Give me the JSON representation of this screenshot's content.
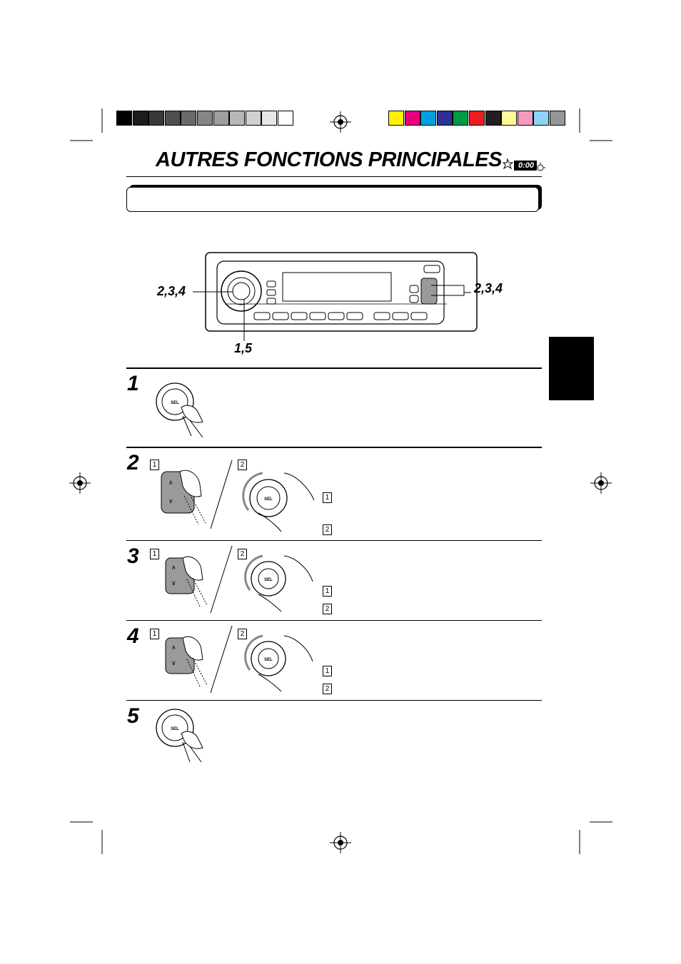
{
  "page": {
    "title": "AUTRES FONCTIONS PRINCIPALES",
    "clock_icon_text": "0:00"
  },
  "color_bars": {
    "grayscale": [
      "#000000",
      "#1c1c1c",
      "#383838",
      "#4f4f4f",
      "#6a6a6a",
      "#858585",
      "#9e9e9e",
      "#b7b7b7",
      "#cfcfcf",
      "#e6e6e6",
      "#ffffff"
    ],
    "colors": [
      "#fff200",
      "#e6007e",
      "#00a0e0",
      "#2e3192",
      "#009a44",
      "#ed1c24",
      "#231f20",
      "#fff799",
      "#f49ac1",
      "#8fd3f4",
      "#939598"
    ]
  },
  "diagram": {
    "callout_left": "2,3,4",
    "callout_right": "2,3,4",
    "callout_bottom": "1,5"
  },
  "steps": [
    {
      "number": "1"
    },
    {
      "number": "2",
      "sub_a": "1",
      "sub_b": "2",
      "list": [
        "1",
        "2"
      ]
    },
    {
      "number": "3",
      "sub_a": "1",
      "sub_b": "2",
      "list": [
        "1",
        "2"
      ]
    },
    {
      "number": "4",
      "sub_a": "1",
      "sub_b": "2",
      "list": [
        "1",
        "2"
      ]
    },
    {
      "number": "5"
    }
  ],
  "knob_label": "SEL"
}
